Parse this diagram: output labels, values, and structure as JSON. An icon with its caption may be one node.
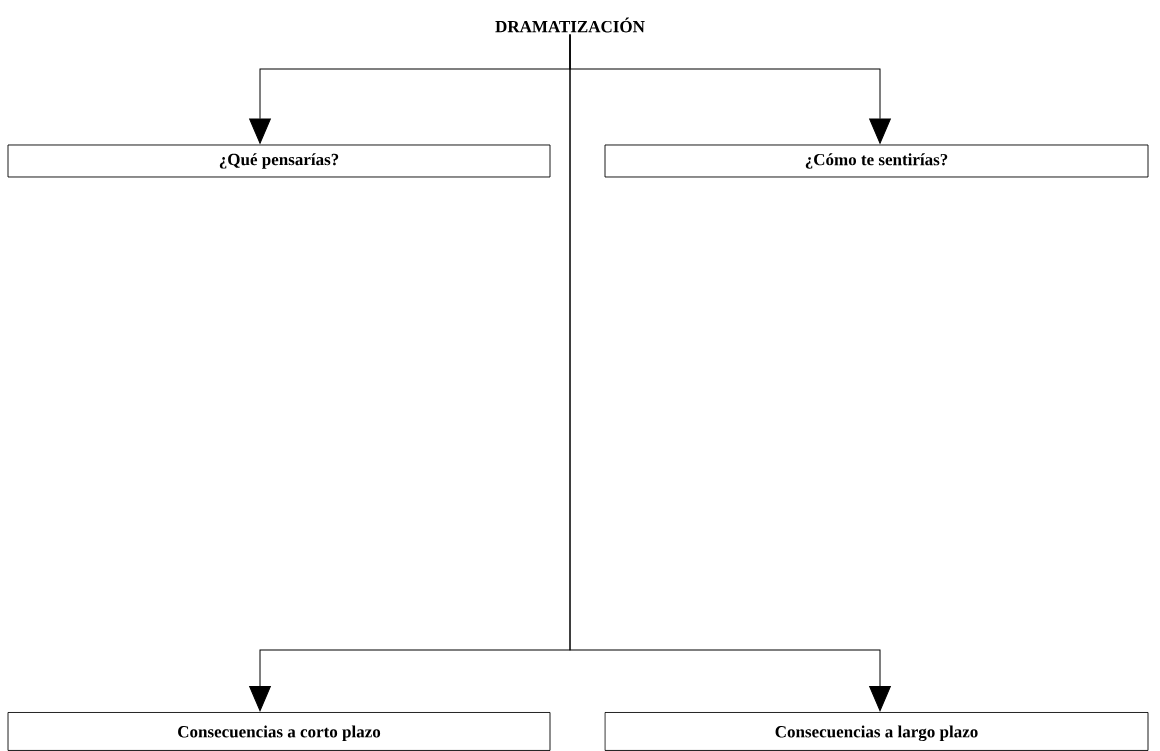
{
  "diagram": {
    "nodes": [
      {
        "text": [
          "DRAMATIZACIÓN"
        ]
      },
      {
        "text": [
          "¿Qué pensarías?"
        ]
      },
      {
        "text": [
          "¿Cómo te sentirías?"
        ]
      },
      {
        "text": [
          "Consecuencias a corto plazo"
        ]
      },
      {
        "text": [
          "Consecuencias a largo plazo"
        ]
      }
    ],
    "edges": [
      {
        "from": 0,
        "to": 1,
        "arrow": "to"
      },
      {
        "from": 0,
        "to": 2,
        "arrow": "to"
      },
      {
        "from": 0,
        "to": 3,
        "arrow": "to"
      },
      {
        "from": 0,
        "to": 4,
        "arrow": "to"
      }
    ]
  }
}
